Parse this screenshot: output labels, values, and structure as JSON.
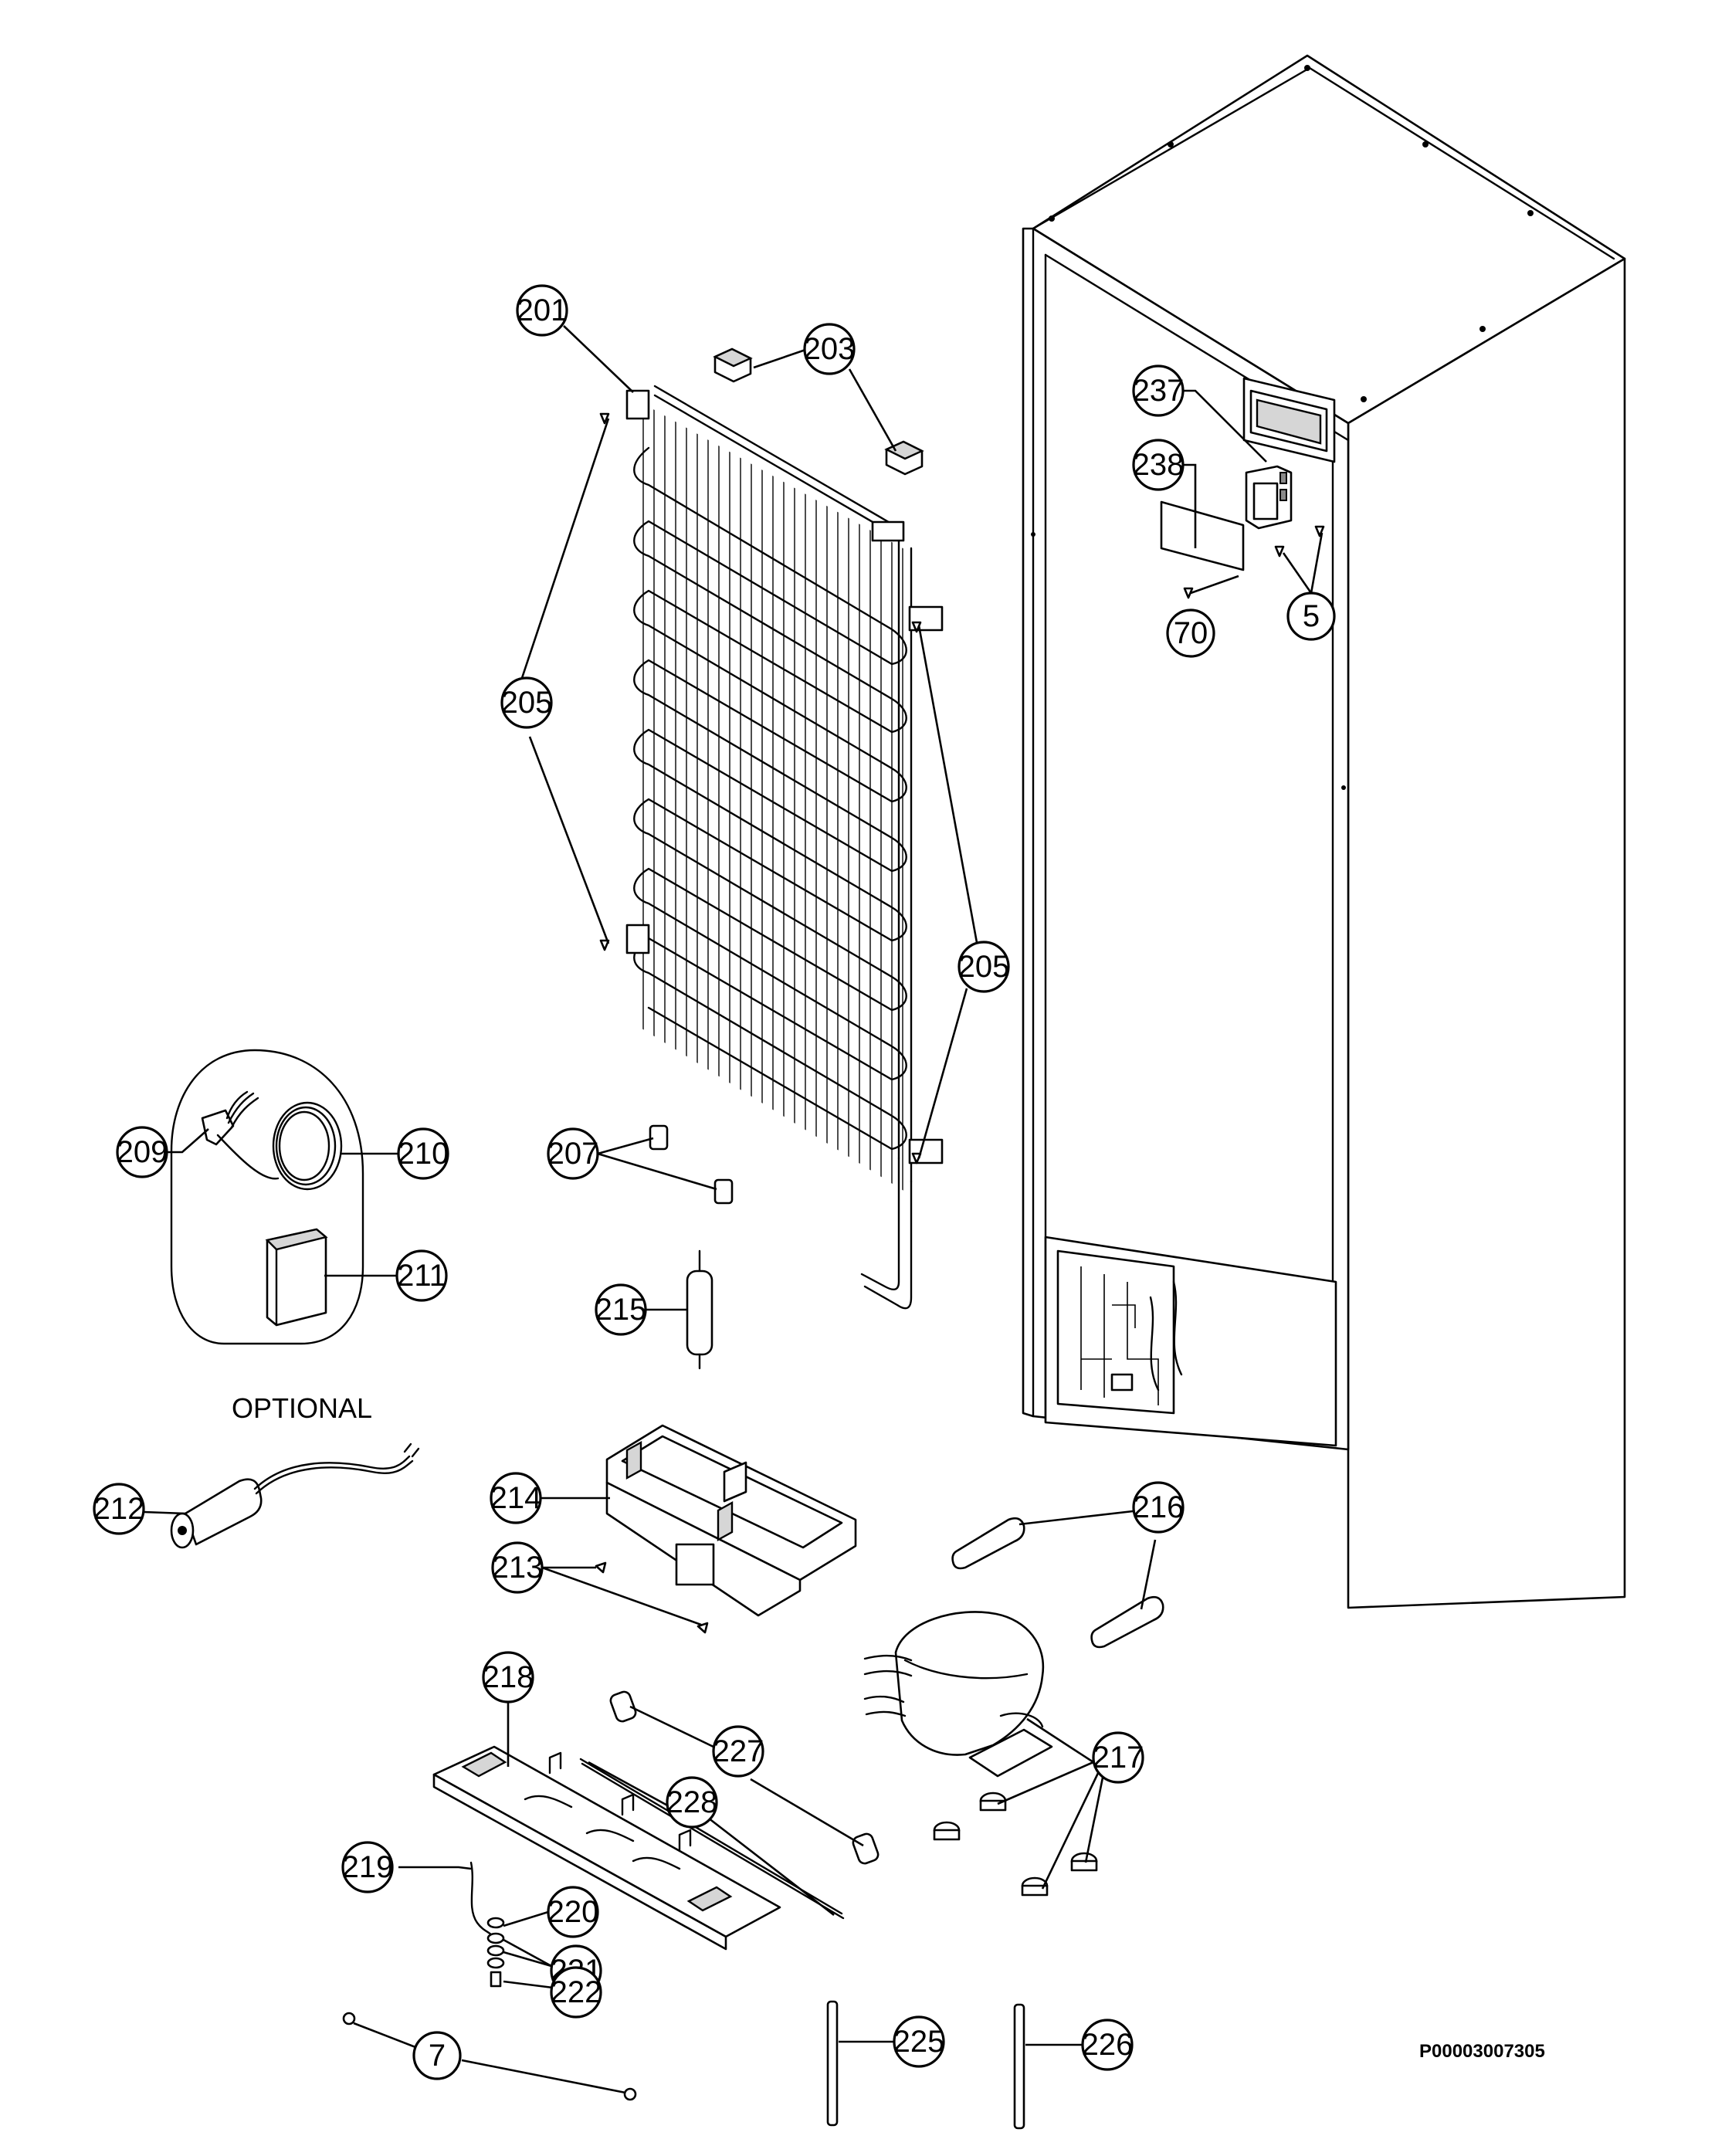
{
  "labels": {
    "l201": "201",
    "l203": "203",
    "l205a": "205",
    "l205b": "205",
    "l237": "237",
    "l238": "238",
    "l70": "70",
    "l5": "5",
    "l207": "207",
    "l209": "209",
    "l210": "210",
    "l211": "211",
    "l215": "215",
    "l212": "212",
    "l214": "214",
    "l213": "213",
    "l216": "216",
    "l217": "217",
    "l218": "218",
    "l227": "227",
    "l228": "228",
    "l219": "219",
    "l220": "220",
    "l221": "221",
    "l222": "222",
    "l7": "7",
    "l225": "225",
    "l226": "226"
  },
  "optional_caption": "OPTIONAL",
  "drawing_code": "P00003007305"
}
